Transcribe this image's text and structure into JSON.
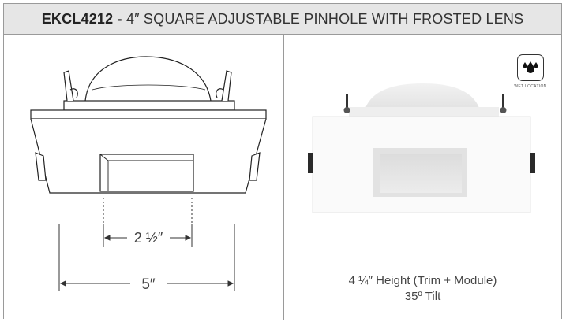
{
  "header": {
    "model_code": "EKCL4212",
    "separator": " - ",
    "description": "4″ SQUARE ADJUSTABLE PINHOLE WITH FROSTED LENS"
  },
  "drawing": {
    "inner_dimension": "2 ½″",
    "outer_dimension": "5″"
  },
  "badge": {
    "icon": "water-drops-icon",
    "label": "WET LOCATION"
  },
  "specs": {
    "height": "4 ¼″ Height (Trim + Module)",
    "tilt": "35º Tilt"
  }
}
